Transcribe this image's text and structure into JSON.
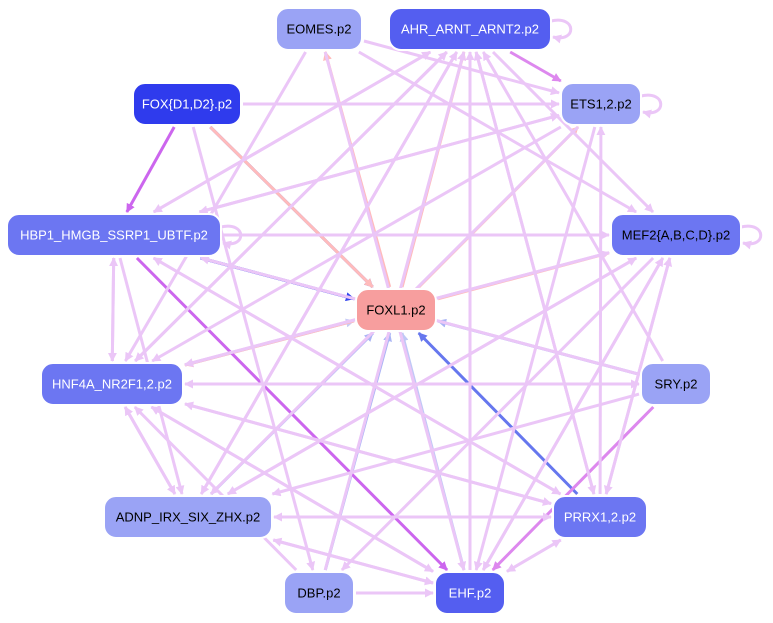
{
  "diagram": {
    "nodes": [
      {
        "id": "eomes",
        "label": "EOMES.p2",
        "fill": "#9aa3f5",
        "text": "#000000"
      },
      {
        "id": "ahr",
        "label": "AHR_ARNT_ARNT2.p2",
        "fill": "#545ef0",
        "text": "#ffffff"
      },
      {
        "id": "foxd",
        "label": "FOX{D1,D2}.p2",
        "fill": "#2f3bed",
        "text": "#ffffff"
      },
      {
        "id": "ets",
        "label": "ETS1,2.p2",
        "fill": "#9aa3f5",
        "text": "#000000"
      },
      {
        "id": "hbp1",
        "label": "HBP1_HMGB_SSRP1_UBTF.p2",
        "fill": "#6c76f2",
        "text": "#ffffff"
      },
      {
        "id": "mef2",
        "label": "MEF2{A,B,C,D}.p2",
        "fill": "#6c76f2",
        "text": "#000000"
      },
      {
        "id": "foxl1",
        "label": "FOXL1.p2",
        "fill": "#f79e9e",
        "text": "#000000"
      },
      {
        "id": "hnf4a",
        "label": "HNF4A_NR2F1,2.p2",
        "fill": "#6c76f2",
        "text": "#ffffff"
      },
      {
        "id": "sry",
        "label": "SRY.p2",
        "fill": "#9aa3f5",
        "text": "#000000"
      },
      {
        "id": "adnp",
        "label": "ADNP_IRX_SIX_ZHX.p2",
        "fill": "#9aa3f5",
        "text": "#000000"
      },
      {
        "id": "prrx",
        "label": "PRRX1,2.p2",
        "fill": "#6c76f2",
        "text": "#ffffff"
      },
      {
        "id": "dbp",
        "label": "DBP.p2",
        "fill": "#9aa3f5",
        "text": "#000000"
      },
      {
        "id": "ehf",
        "label": "EHF.p2",
        "fill": "#545ef0",
        "text": "#ffffff"
      }
    ],
    "edges": [
      {
        "from": "foxd",
        "to": "hbp1",
        "color": "#cc66ee"
      },
      {
        "from": "hbp1",
        "to": "foxl1",
        "color": "#3344ee"
      },
      {
        "from": "foxd",
        "to": "foxl1",
        "color": "#5566ee"
      },
      {
        "from": "prrx",
        "to": "foxl1",
        "color": "#6677ee"
      },
      {
        "from": "sry",
        "to": "foxl1",
        "color": "#aab4f5"
      },
      {
        "from": "ehf",
        "to": "foxl1",
        "color": "#c0c8f6"
      },
      {
        "from": "dbp",
        "to": "foxl1",
        "color": "#aab4f5"
      },
      {
        "from": "adnp",
        "to": "foxl1",
        "color": "#aab4f5"
      },
      {
        "from": "hnf4a",
        "to": "foxl1",
        "color": "#c8ccf6"
      },
      {
        "from": "foxl1",
        "to": "eomes",
        "color": "#ffbbbb"
      },
      {
        "from": "foxl1",
        "to": "ahr",
        "color": "#ffbbbb"
      },
      {
        "from": "foxl1",
        "to": "ets",
        "color": "#ffbbbb"
      },
      {
        "from": "foxl1",
        "to": "mef2",
        "color": "#ffbbbb"
      },
      {
        "from": "foxl1",
        "to": "hnf4a",
        "color": "#ffbbbb"
      },
      {
        "from": "foxd",
        "to": "foxl1",
        "color": "#ffbbbb"
      },
      {
        "from": "hbp1",
        "to": "ehf",
        "color": "#cc66ee"
      },
      {
        "from": "ahr",
        "to": "ets",
        "color": "#dd88ee"
      },
      {
        "from": "hbp1",
        "to": "ahr",
        "color": "#ebc6f7"
      },
      {
        "from": "hbp1",
        "to": "ets",
        "color": "#ebc6f7"
      },
      {
        "from": "hbp1",
        "to": "hnf4a",
        "color": "#ebc6f7"
      },
      {
        "from": "hbp1",
        "to": "adnp",
        "color": "#ebc6f7"
      },
      {
        "from": "hbp1",
        "to": "prrx",
        "color": "#ebc6f7"
      },
      {
        "from": "hbp1",
        "to": "mef2",
        "color": "#ebc6f7"
      },
      {
        "from": "eomes",
        "to": "ets",
        "color": "#ebc6f7"
      },
      {
        "from": "eomes",
        "to": "mef2",
        "color": "#ebc6f7"
      },
      {
        "from": "eomes",
        "to": "hnf4a",
        "color": "#ebc6f7"
      },
      {
        "from": "eomes",
        "to": "ehf",
        "color": "#ebc6f7"
      },
      {
        "from": "ahr",
        "to": "hnf4a",
        "color": "#ebc6f7"
      },
      {
        "from": "ahr",
        "to": "adnp",
        "color": "#ebc6f7"
      },
      {
        "from": "ahr",
        "to": "mef2",
        "color": "#ebc6f7"
      },
      {
        "from": "ahr",
        "to": "prrx",
        "color": "#ebc6f7"
      },
      {
        "from": "ahr",
        "to": "hbp1",
        "color": "#ebc6f7"
      },
      {
        "from": "ets",
        "to": "hnf4a",
        "color": "#ebc6f7"
      },
      {
        "from": "ets",
        "to": "adnp",
        "color": "#ebc6f7"
      },
      {
        "from": "ets",
        "to": "hbp1",
        "color": "#ebc6f7"
      },
      {
        "from": "ets",
        "to": "ehf",
        "color": "#ebc6f7"
      },
      {
        "from": "mef2",
        "to": "hnf4a",
        "color": "#ebc6f7"
      },
      {
        "from": "mef2",
        "to": "adnp",
        "color": "#ebc6f7"
      },
      {
        "from": "mef2",
        "to": "dbp",
        "color": "#ebc6f7"
      },
      {
        "from": "mef2",
        "to": "ehf",
        "color": "#ebc6f7"
      },
      {
        "from": "mef2",
        "to": "prrx",
        "color": "#ebc6f7"
      },
      {
        "from": "sry",
        "to": "hnf4a",
        "color": "#ebc6f7"
      },
      {
        "from": "sry",
        "to": "adnp",
        "color": "#ebc6f7"
      },
      {
        "from": "sry",
        "to": "ahr",
        "color": "#ebc6f7"
      },
      {
        "from": "sry",
        "to": "ehf",
        "color": "#dd88ee"
      },
      {
        "from": "sry",
        "to": "hbp1",
        "color": "#ebc6f7"
      },
      {
        "from": "prrx",
        "to": "hnf4a",
        "color": "#ebc6f7"
      },
      {
        "from": "prrx",
        "to": "adnp",
        "color": "#ebc6f7"
      },
      {
        "from": "prrx",
        "to": "ahr",
        "color": "#ebc6f7"
      },
      {
        "from": "prrx",
        "to": "hbp1",
        "color": "#ebc6f7"
      },
      {
        "from": "prrx",
        "to": "ehf",
        "color": "#ebc6f7"
      },
      {
        "from": "prrx",
        "to": "mef2",
        "color": "#ebc6f7"
      },
      {
        "from": "prrx",
        "to": "ets",
        "color": "#ebc6f7"
      },
      {
        "from": "adnp",
        "to": "ehf",
        "color": "#ebc6f7"
      },
      {
        "from": "adnp",
        "to": "prrx",
        "color": "#ebc6f7"
      },
      {
        "from": "adnp",
        "to": "hnf4a",
        "color": "#ebc6f7"
      },
      {
        "from": "adnp",
        "to": "ahr",
        "color": "#ebc6f7"
      },
      {
        "from": "adnp",
        "to": "mef2",
        "color": "#ebc6f7"
      },
      {
        "from": "hnf4a",
        "to": "adnp",
        "color": "#ebc6f7"
      },
      {
        "from": "hnf4a",
        "to": "ehf",
        "color": "#ebc6f7"
      },
      {
        "from": "hnf4a",
        "to": "prrx",
        "color": "#ebc6f7"
      },
      {
        "from": "hnf4a",
        "to": "hbp1",
        "color": "#ebc6f7"
      },
      {
        "from": "hnf4a",
        "to": "sry",
        "color": "#ebc6f7"
      },
      {
        "from": "hnf4a",
        "to": "ahr",
        "color": "#ebc6f7"
      },
      {
        "from": "hnf4a",
        "to": "mef2",
        "color": "#ebc6f7"
      },
      {
        "from": "ehf",
        "to": "ahr",
        "color": "#ebc6f7"
      },
      {
        "from": "ehf",
        "to": "mef2",
        "color": "#ebc6f7"
      },
      {
        "from": "ehf",
        "to": "hnf4a",
        "color": "#ebc6f7"
      },
      {
        "from": "ehf",
        "to": "adnp",
        "color": "#ebc6f7"
      },
      {
        "from": "ehf",
        "to": "prrx",
        "color": "#ebc6f7"
      },
      {
        "from": "dbp",
        "to": "ehf",
        "color": "#ebc6f7"
      },
      {
        "from": "dbp",
        "to": "hnf4a",
        "color": "#ebc6f7"
      },
      {
        "from": "dbp",
        "to": "ahr",
        "color": "#ebc6f7"
      },
      {
        "from": "foxd",
        "to": "dbp",
        "color": "#ebc6f7"
      },
      {
        "from": "foxd",
        "to": "ets",
        "color": "#ebc6f7"
      }
    ],
    "self_loops": [
      {
        "node": "ahr",
        "color": "#ebc6f7"
      },
      {
        "node": "ets",
        "color": "#ebc6f7"
      },
      {
        "node": "mef2",
        "color": "#ebc6f7"
      },
      {
        "node": "hbp1",
        "color": "#ebc6f7"
      }
    ]
  }
}
